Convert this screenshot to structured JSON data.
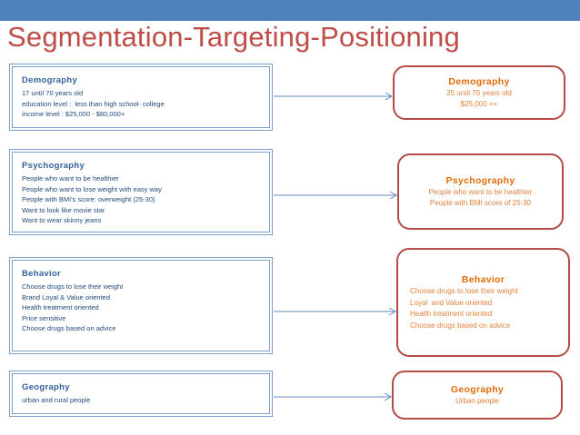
{
  "title": "Segmentation-Targeting-Positioning",
  "colors": {
    "top_bar_blue": "#4f81bd",
    "title_red": "#bf4c47",
    "segment_border_blue": "#7d9fc9",
    "segment_heading_blue": "#35639e",
    "segment_body_navy": "#1f497d",
    "target_border_red": "#b64b47",
    "target_heading_orange": "#e36c0a",
    "target_body_orange": "#e2813c",
    "arrow_blue": "#6089bd"
  },
  "segmentation_boxes": [
    {
      "heading": "Demography",
      "lines": [
        "17 until 70 years old",
        "education level :  less than high school- college",
        "income level : $25,000 - $80,000+"
      ]
    },
    {
      "heading": "Psychography",
      "lines": [
        "People who want to be healthier",
        "People who want to lose weight with easy way",
        "People with BMI's score: overweight (25-30)",
        "Want to look like movie star",
        "Want to wear skinny jeans"
      ]
    },
    {
      "heading": "Behavior",
      "lines": [
        "Choose drugs to lose their weight",
        "Brand Loyal & Value oriented",
        "Health treatment oriented",
        "Price sensitive",
        "Choose drugs based on advice"
      ]
    },
    {
      "heading": "Geography",
      "lines": [
        "urban and rural people"
      ]
    }
  ],
  "targeting_boxes": [
    {
      "heading": "Demography",
      "lines": [
        "25 until 70 years old",
        "$25,000 ++"
      ]
    },
    {
      "heading": "Psychography",
      "lines": [
        "People who want to be healthier",
        "People with BMI score of 25-30"
      ]
    },
    {
      "heading": "Behavior",
      "lines": [
        "Choose drugs to lose their weight",
        "Loyal  and Value oriented",
        "Health treatment oriented",
        "Choose drugs based on advice"
      ]
    },
    {
      "heading": "Geography",
      "lines": [
        "Urban people"
      ]
    }
  ]
}
